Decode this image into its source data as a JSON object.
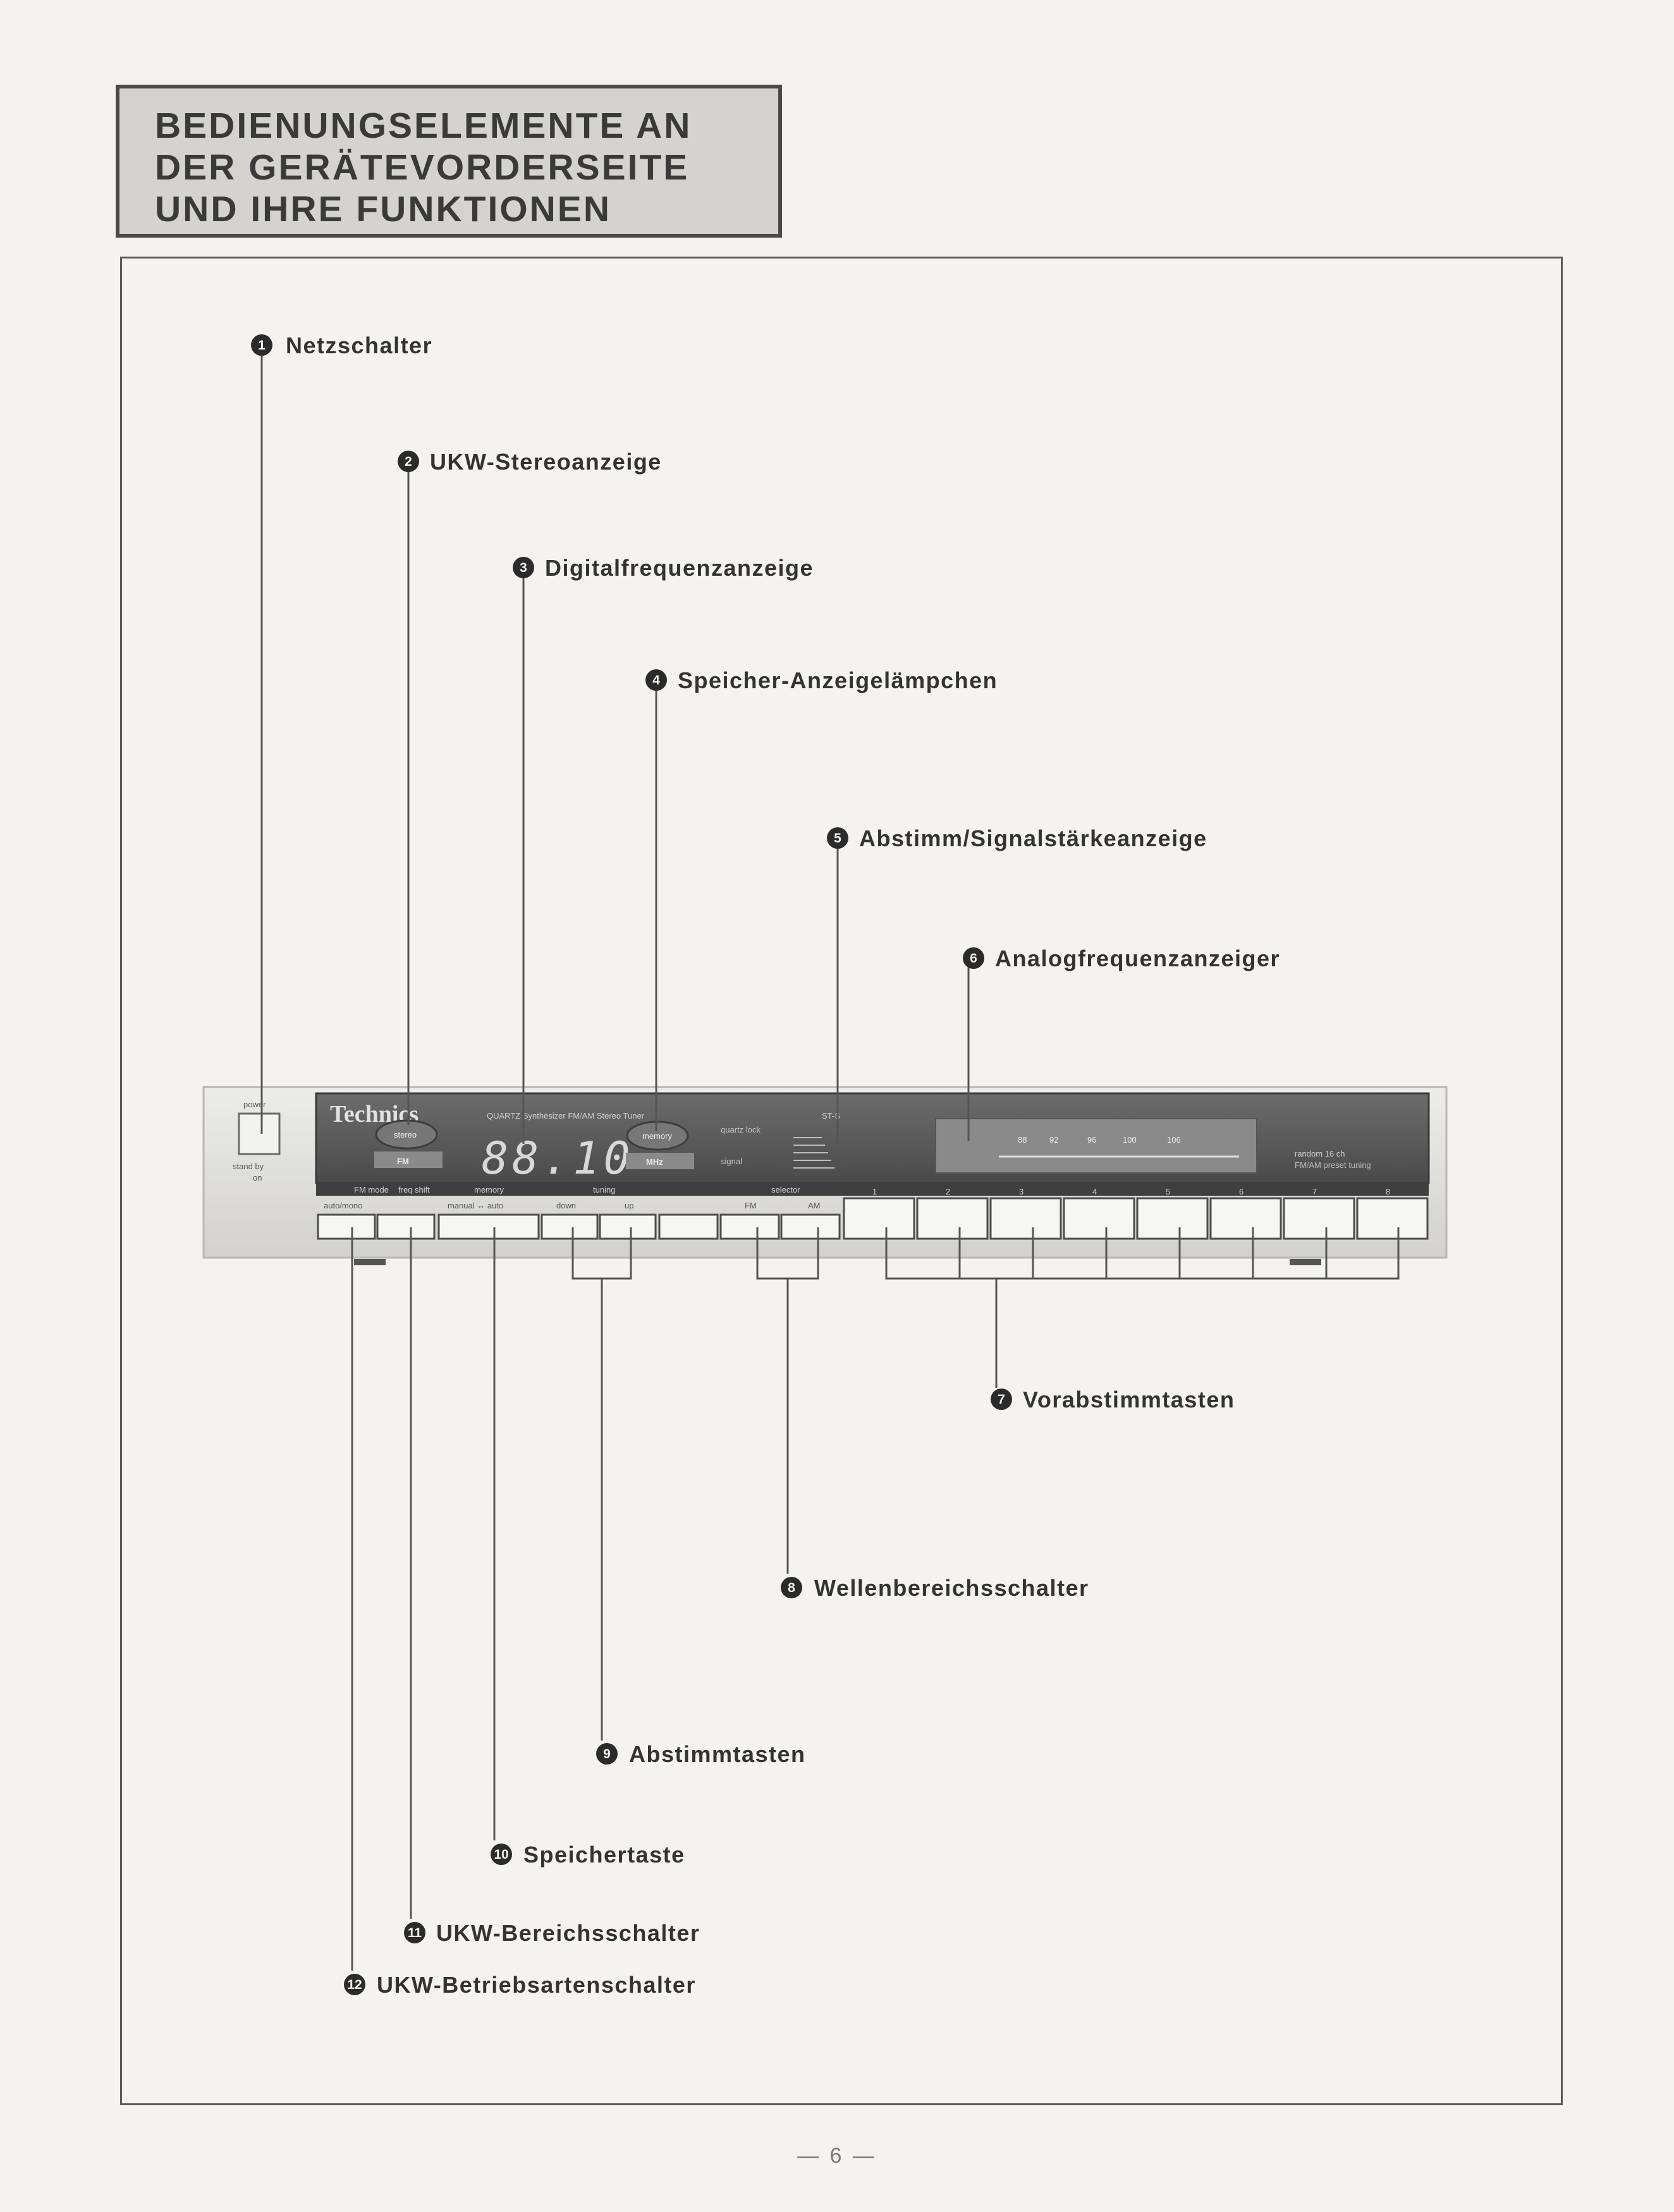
{
  "heading": {
    "lines": [
      "BEDIENUNGSELEMENTE AN",
      "DER GERÄTEVORDERSEITE",
      "UND IHRE FUNKTIONEN"
    ]
  },
  "callouts": [
    {
      "num": "1",
      "label": "Netzschalter"
    },
    {
      "num": "2",
      "label": "UKW-Stereoanzeige"
    },
    {
      "num": "3",
      "label": "Digitalfrequenzanzeige"
    },
    {
      "num": "4",
      "label": "Speicher-Anzeigelämpchen"
    },
    {
      "num": "5",
      "label": "Abstimm/Signalstärkeanzeige"
    },
    {
      "num": "6",
      "label": "Analogfrequenzanzeiger"
    },
    {
      "num": "7",
      "label": "Vorabstimmtasten"
    },
    {
      "num": "8",
      "label": "Wellenbereichsschalter"
    },
    {
      "num": "9",
      "label": "Abstimmtasten"
    },
    {
      "num": "10",
      "label": "Speichertaste"
    },
    {
      "num": "11",
      "label": "UKW-Bereichsschalter"
    },
    {
      "num": "12",
      "label": "UKW-Betriebsartenschalter"
    }
  ],
  "tuner": {
    "power_label": "power",
    "standby_label": "stand by",
    "on_label": "on",
    "brand": "Technics",
    "model_line": "QUARTZ Synthesizer FM/AM Stereo Tuner",
    "model": "ST-S",
    "stereo_indicator": "stereo",
    "band_indicator": "FM",
    "frequency_display": "88.10",
    "unit": "MHz",
    "memory_indicator": "memory",
    "quartz_lock": "quartz lock",
    "signal_label": "signal",
    "analog_scale": [
      "88",
      "92",
      "96",
      "100",
      "106"
    ],
    "random_label": "random 16 ch",
    "random_sub": "FM/AM preset tuning",
    "section_labels": [
      "FM mode",
      "freq shift",
      "memory",
      "tuning",
      "selector"
    ],
    "button_labels": {
      "auto_mono": "auto/mono",
      "manual_auto": "manual ↔ auto",
      "down": "down",
      "up": "up",
      "fm": "FM",
      "am": "AM"
    },
    "preset_labels": [
      "1",
      "2",
      "3",
      "4",
      "5",
      "6",
      "7",
      "8"
    ]
  },
  "page_number": "— 6 —"
}
